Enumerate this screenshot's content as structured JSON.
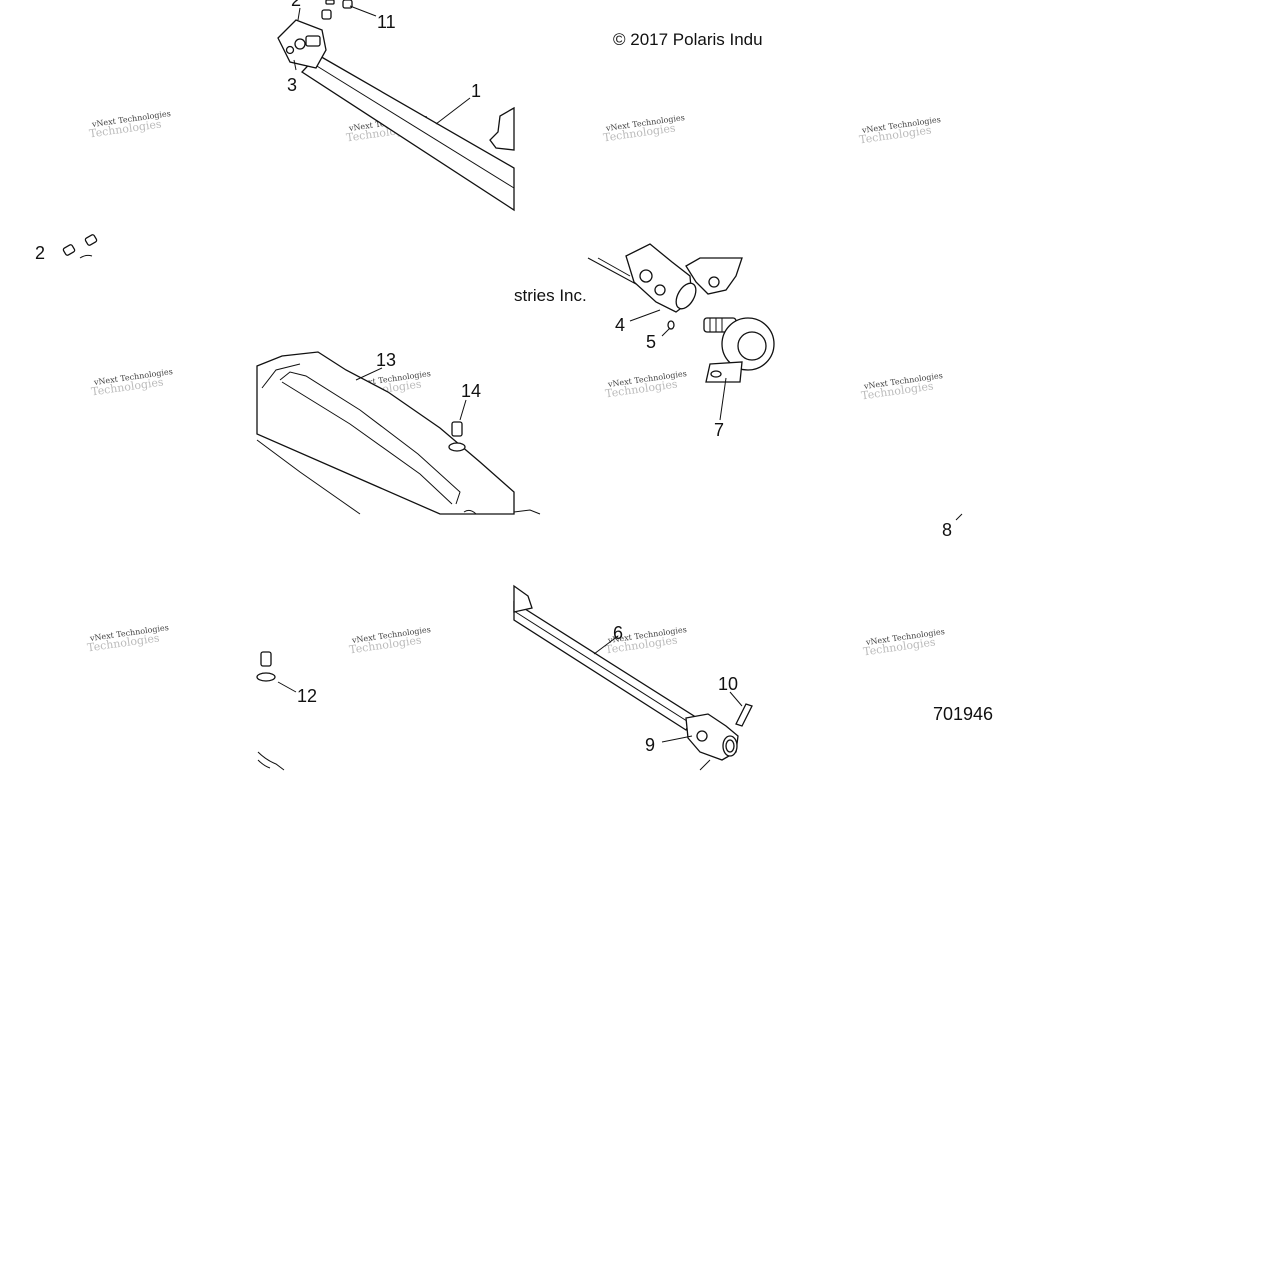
{
  "copyright": {
    "part_a": "© 2017 Polaris Indu",
    "part_b": "stries Inc."
  },
  "diagram_number": "701946",
  "watermark": {
    "line1": "vNext Technologies",
    "line2": "Technologies"
  },
  "callouts": {
    "c1": "1",
    "c2a": "2",
    "c2b": "2",
    "c3": "3",
    "c4": "4",
    "c5": "5",
    "c6": "6",
    "c7": "7",
    "c8": "8",
    "c9": "9",
    "c10": "10",
    "c11": "11",
    "c12": "12",
    "c13": "13",
    "c14": "14"
  }
}
